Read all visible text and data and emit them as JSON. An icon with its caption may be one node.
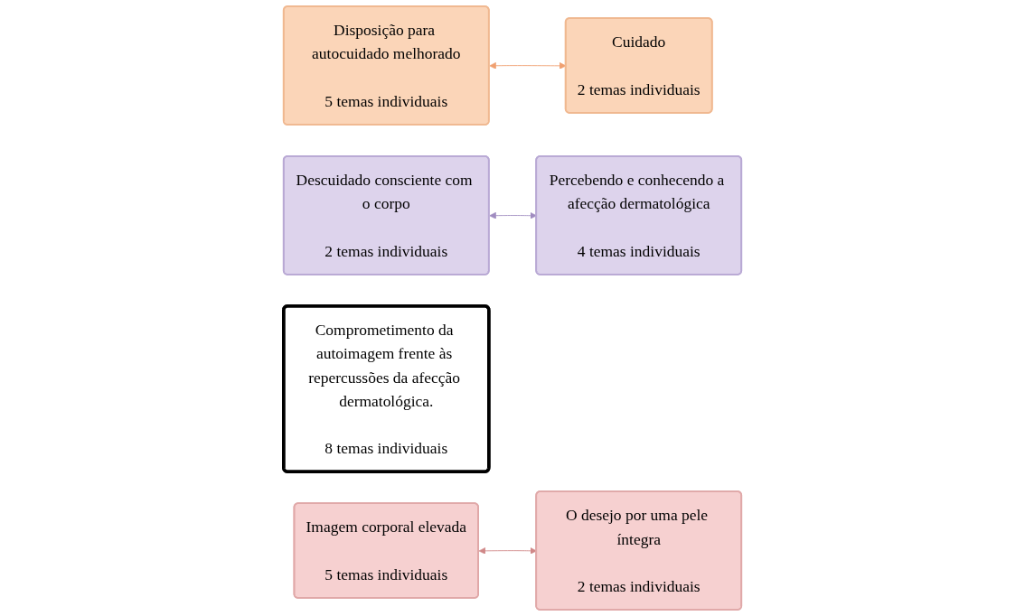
{
  "diagram": {
    "nodes": [
      {
        "text": [
          "Disposição para autocuidado melhorado",
          "5 temas individuais"
        ]
      },
      {
        "text": [
          "Descuidado consciente com o corpo",
          "2 temas individuais"
        ]
      },
      {
        "text": [
          "Comprometimento da autoimagem frente às repercussões da afecção dermatológica.",
          "8 temas individuais"
        ]
      },
      {
        "text": [
          "Percebendo e conhecendo a afecção dermatológica",
          "4 temas individuais"
        ]
      },
      {
        "text": [
          "Cuidado",
          "2 temas individuais"
        ]
      },
      {
        "text": [
          "O desejo por uma pele íntegra",
          "2 temas individuais"
        ]
      },
      {
        "text": [
          "Imagem corporal elevada",
          "5 temas individuais"
        ]
      }
    ],
    "edges": [
      {
        "from": 0,
        "to": 4,
        "arrow": "both",
        "color": "#f0a070"
      },
      {
        "from": 1,
        "to": 3,
        "arrow": "both",
        "color": "#a08cc0"
      },
      {
        "from": 6,
        "to": 5,
        "arrow": "both",
        "color": "#d08888"
      }
    ]
  }
}
